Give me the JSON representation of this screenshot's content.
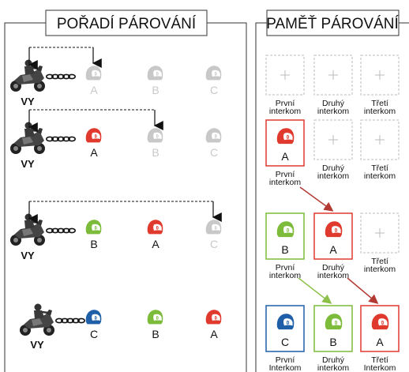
{
  "left_panel": {
    "title": "POŘADÍ PÁROVÁNÍ",
    "you_label": "VY",
    "rows": [
      {
        "helmets": [
          {
            "label": "A",
            "state": "empty"
          },
          {
            "label": "B",
            "state": "empty"
          },
          {
            "label": "C",
            "state": "empty"
          }
        ],
        "arrow_to": 0
      },
      {
        "helmets": [
          {
            "label": "A",
            "state": "red"
          },
          {
            "label": "B",
            "state": "empty"
          },
          {
            "label": "C",
            "state": "empty"
          }
        ],
        "arrow_to": 1
      },
      {
        "helmets": [
          {
            "label": "B",
            "state": "green"
          },
          {
            "label": "A",
            "state": "red"
          },
          {
            "label": "C",
            "state": "empty"
          }
        ],
        "arrow_to": 2
      },
      {
        "helmets": [
          {
            "label": "C",
            "state": "blue"
          },
          {
            "label": "B",
            "state": "green"
          },
          {
            "label": "A",
            "state": "red"
          }
        ],
        "arrow_to": null
      }
    ]
  },
  "right_panel": {
    "title": "PAMĚŤ PÁROVÁNÍ",
    "rows": [
      {
        "slots": [
          {
            "label": "",
            "state": "empty",
            "caption": [
              "První",
              "interkom"
            ]
          },
          {
            "label": "",
            "state": "empty",
            "caption": [
              "Druhý",
              "interkom"
            ]
          },
          {
            "label": "",
            "state": "empty",
            "caption": [
              "Třetí",
              "interkom"
            ]
          }
        ]
      },
      {
        "slots": [
          {
            "label": "A",
            "state": "red",
            "caption": [
              "První",
              "interkom"
            ]
          },
          {
            "label": "",
            "state": "empty",
            "caption": [
              "Druhý",
              "interkom"
            ]
          },
          {
            "label": "",
            "state": "empty",
            "caption": [
              "Třetí",
              "interkom"
            ]
          }
        ]
      },
      {
        "slots": [
          {
            "label": "B",
            "state": "green",
            "caption": [
              "První",
              "interkom"
            ]
          },
          {
            "label": "A",
            "state": "red",
            "caption": [
              "Druhý",
              "interkom"
            ]
          },
          {
            "label": "",
            "state": "empty",
            "caption": [
              "Třetí",
              "interkom"
            ]
          }
        ]
      },
      {
        "slots": [
          {
            "label": "C",
            "state": "blue",
            "caption": [
              "První",
              "Interkom"
            ]
          },
          {
            "label": "B",
            "state": "green",
            "caption": [
              "Druhý",
              "interkom"
            ]
          },
          {
            "label": "A",
            "state": "red",
            "caption": [
              "Třetí",
              "Interkom"
            ]
          }
        ]
      }
    ]
  },
  "colors": {
    "red": "#e03a2f",
    "green": "#7dbb3a",
    "blue": "#1f5fa8",
    "empty": "#c8c8c8",
    "border": "#333333",
    "dashed_slot": "#bdbdbd",
    "transfer_arrow_red": "#b23a32",
    "transfer_arrow_green": "#8cc04a"
  },
  "icons": {
    "motorbike": "motorcycle-icon",
    "helmet": "helmet-icon",
    "chain": "chain-link-icon",
    "plus": "plus-icon"
  }
}
